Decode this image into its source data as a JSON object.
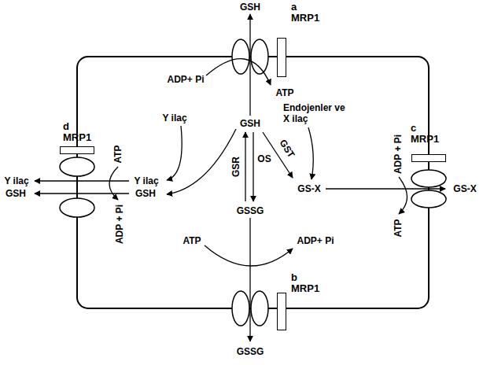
{
  "diagram": {
    "nodes": [
      {
        "text": [
          "a",
          "MRP1"
        ]
      },
      {
        "text": [
          "b",
          "MRP1"
        ]
      },
      {
        "text": [
          "c",
          "MRP1"
        ]
      },
      {
        "text": [
          "d",
          "MRP1"
        ]
      }
    ],
    "labels": [
      "GSH",
      "ADP+ Pi",
      "ATP",
      "Y ilaç",
      "GSH",
      "Endojenler ve X ilaç",
      "GST",
      "OS",
      "GSR",
      "GS-X",
      "GSSG",
      "ATP",
      "ADP+ Pi",
      "GSSG",
      "ATP",
      "Y ilaç",
      "GSH",
      "ADP + Pi",
      "Y ilaç",
      "GSH",
      "ADP + Pi",
      "ATP",
      "GS-X"
    ]
  }
}
